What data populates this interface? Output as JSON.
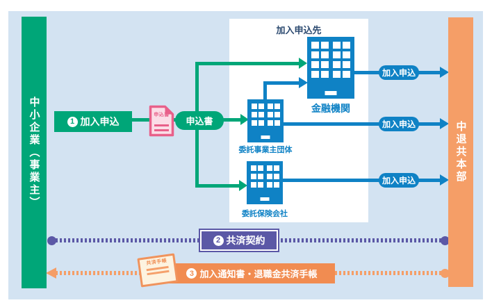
{
  "colors": {
    "panel_bg": "#d3e3f2",
    "green": "#00a678",
    "blue": "#0f82c5",
    "orange_bar": "#f59e67",
    "orange_accent": "#f18c51",
    "purple": "#5b58a6",
    "pink": "#e8608a",
    "navy_text": "#2c4a70"
  },
  "left_bar": {
    "label": "中小企業（事業主）"
  },
  "right_bar": {
    "label": "中退共本部"
  },
  "destination_box": {
    "title": "加入申込先",
    "institutions": [
      {
        "name": "金融機関"
      },
      {
        "name": "委託事業主団体"
      },
      {
        "name": "委託保険会社"
      }
    ]
  },
  "step1": {
    "number": "1",
    "label": "加入申込",
    "document_tag": "申込書",
    "form_label": "申込書"
  },
  "arrows_to_honbu": [
    {
      "label": "加入申込"
    },
    {
      "label": "加入申込"
    },
    {
      "label": "加入申込"
    }
  ],
  "step2": {
    "number": "2",
    "label": "共済契約"
  },
  "step3": {
    "number": "3",
    "label": "加入通知書・退職金共済手帳",
    "document_tag": "共済手帳"
  }
}
